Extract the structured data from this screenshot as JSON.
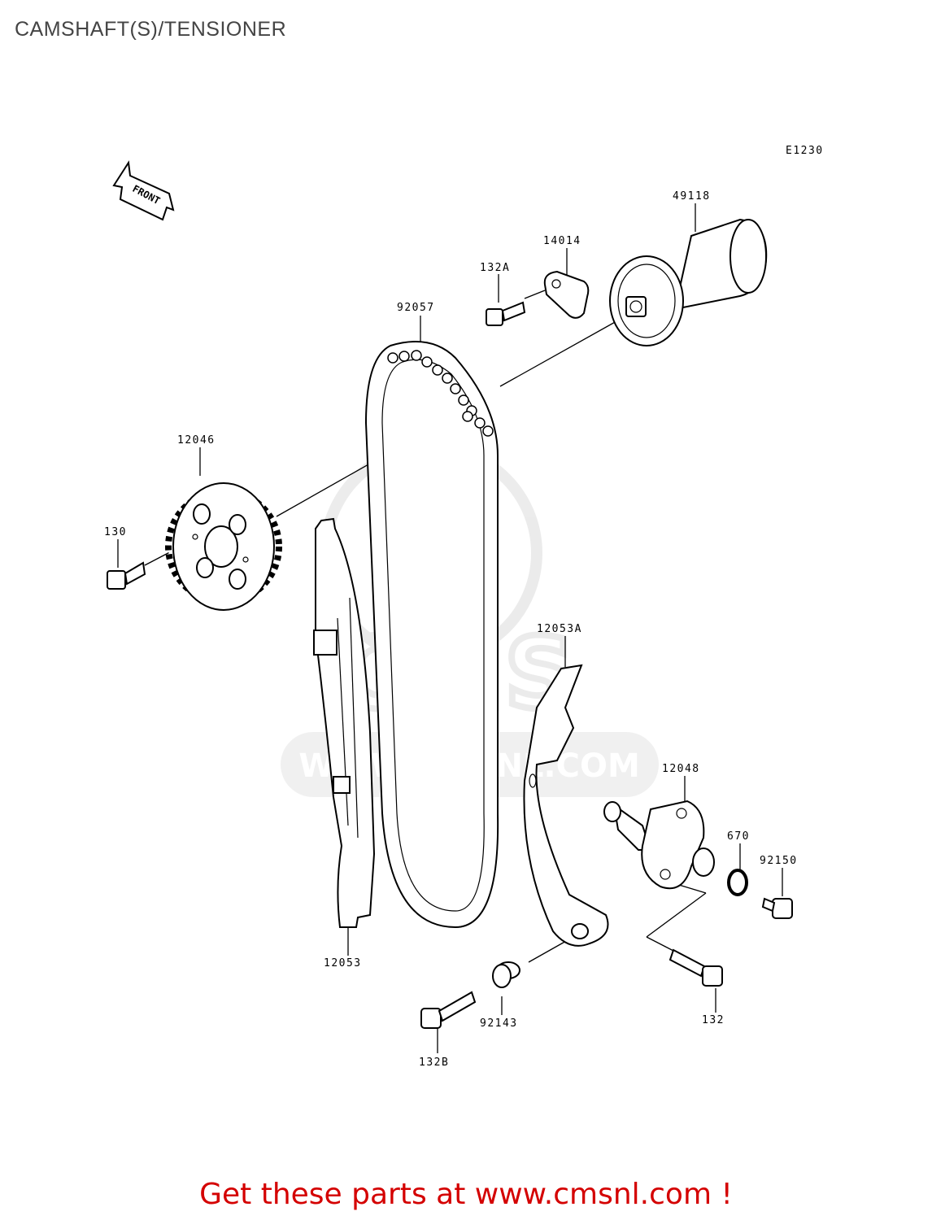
{
  "title": "CAMSHAFT(S)/TENSIONER",
  "diagram_code": "E1230",
  "front_marker": "FRONT",
  "watermark": "WWW.CMSNL.COM",
  "footer": "Get these parts at www.cmsnl.com !",
  "colors": {
    "footer_text": "#d40000",
    "title_text": "#444444",
    "watermark": "#dddddd"
  },
  "parts": [
    {
      "number": "49118"
    },
    {
      "number": "14014"
    },
    {
      "number": "132A"
    },
    {
      "number": "92057"
    },
    {
      "number": "12046"
    },
    {
      "number": "130"
    },
    {
      "number": "12053A"
    },
    {
      "number": "12048"
    },
    {
      "number": "670"
    },
    {
      "number": "92150"
    },
    {
      "number": "12053"
    },
    {
      "number": "92143"
    },
    {
      "number": "132"
    },
    {
      "number": "132B"
    }
  ]
}
